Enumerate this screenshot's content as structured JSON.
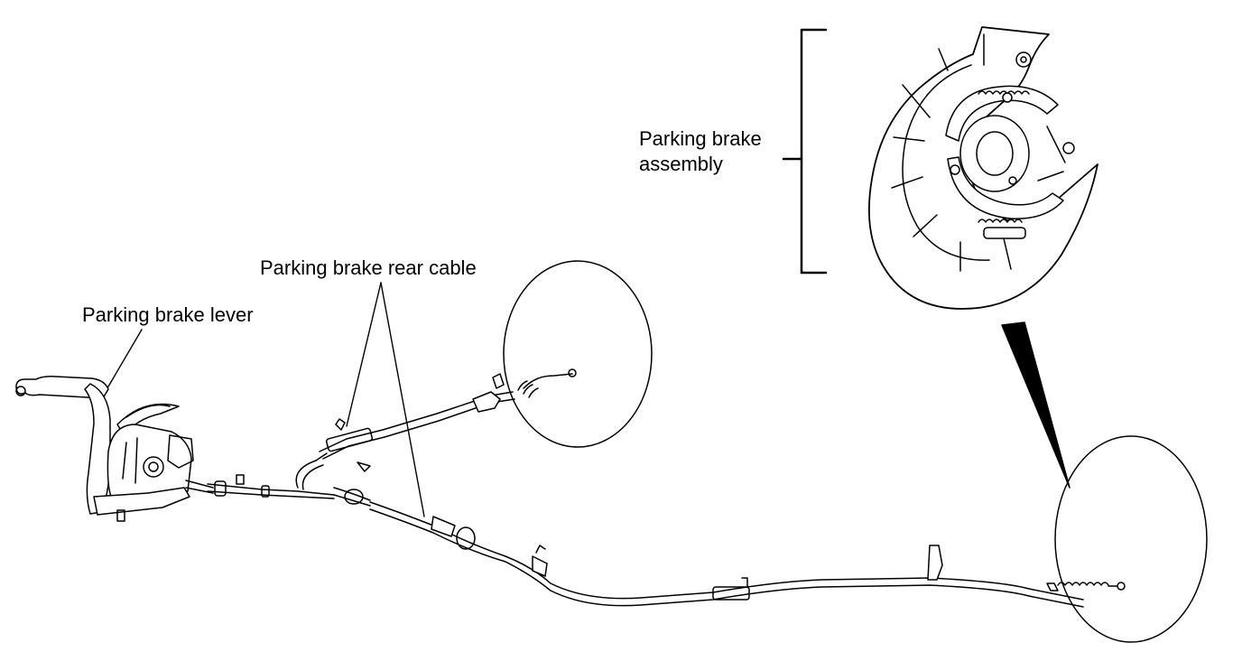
{
  "labels": {
    "lever": "Parking brake lever",
    "rear_cable": "Parking brake rear cable",
    "assembly_line1": "Parking brake",
    "assembly_line2": "assembly"
  },
  "colors": {
    "line": "#000000",
    "background": "#ffffff"
  }
}
